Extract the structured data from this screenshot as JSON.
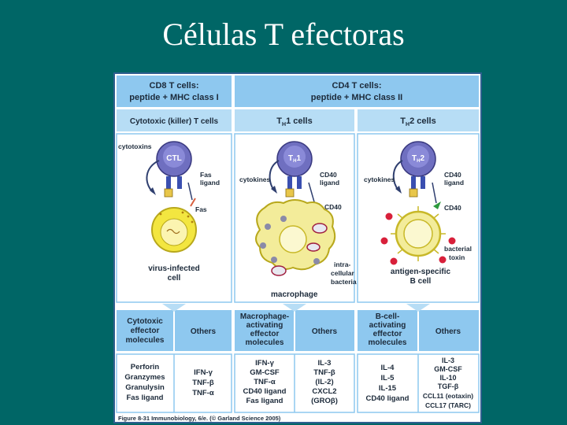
{
  "slide": {
    "title": "Células T efectoras"
  },
  "figure": {
    "cd8_header": [
      "CD8 T cells:",
      "peptide + MHC class I"
    ],
    "cd4_header": [
      "CD4 T cells:",
      "peptide + MHC class II"
    ],
    "col_ctl": "Cytotoxic (killer) T cells",
    "col_th1": "T",
    "col_th1_sub": "H",
    "col_th1_rest": "1 cells",
    "col_th2": "T",
    "col_th2_sub": "H",
    "col_th2_rest": "2 cells",
    "cells": {
      "ctl_label": "CTL",
      "th1_label": "T",
      "th1_sub": "H",
      "th1_rest": "1",
      "th2_label": "T",
      "th2_sub": "H",
      "th2_rest": "2"
    },
    "labels": {
      "cytotoxins": "cytotoxins",
      "fas_ligand": [
        "Fas",
        "ligand"
      ],
      "fas": "Fas",
      "virus_infected": [
        "virus-infected",
        "cell"
      ],
      "cytokines_1": "cytokines",
      "cd40_ligand_1": [
        "CD40",
        "ligand"
      ],
      "cd40_1": "CD40",
      "intracellular": [
        "intra-",
        "cellular",
        "bacteria"
      ],
      "macrophage": "macrophage",
      "cytokines_2": "cytokines",
      "cd40_ligand_2": [
        "CD40",
        "ligand"
      ],
      "cd40_2": "CD40",
      "bacterial_toxin": [
        "bacterial",
        "toxin"
      ],
      "b_cell": [
        "antigen-specific",
        "B cell"
      ]
    },
    "effectors": {
      "ctl_eff": [
        "Cytotoxic",
        "effector",
        "molecules"
      ],
      "others": "Others",
      "th1_eff": [
        "Macrophage-",
        "activating",
        "effector",
        "molecules"
      ],
      "th2_eff": [
        "B-cell-",
        "activating",
        "effector",
        "molecules"
      ]
    },
    "molecules": {
      "ctl": [
        "Perforin",
        "Granzymes",
        "Granulysin",
        "Fas ligand"
      ],
      "ctl_others": [
        "IFN-γ",
        "TNF-β",
        "TNF-α"
      ],
      "th1": [
        "IFN-γ",
        "GM-CSF",
        "TNF-α",
        "CD40 ligand",
        "Fas ligand"
      ],
      "th1_others": [
        "IL-3",
        "TNF-β",
        "(IL-2)",
        "CXCL2",
        "(GROβ)"
      ],
      "th2": [
        "IL-4",
        "IL-5",
        "IL-15",
        "CD40 ligand"
      ],
      "th2_others": [
        "IL-3",
        "GM-CSF",
        "IL-10",
        "TGF-β",
        "CCL11 (eotaxin)",
        "CCL17 (TARC)"
      ]
    },
    "caption": "Figure 8-31 Immunobiology, 6/e. (© Garland Science 2005)"
  }
}
